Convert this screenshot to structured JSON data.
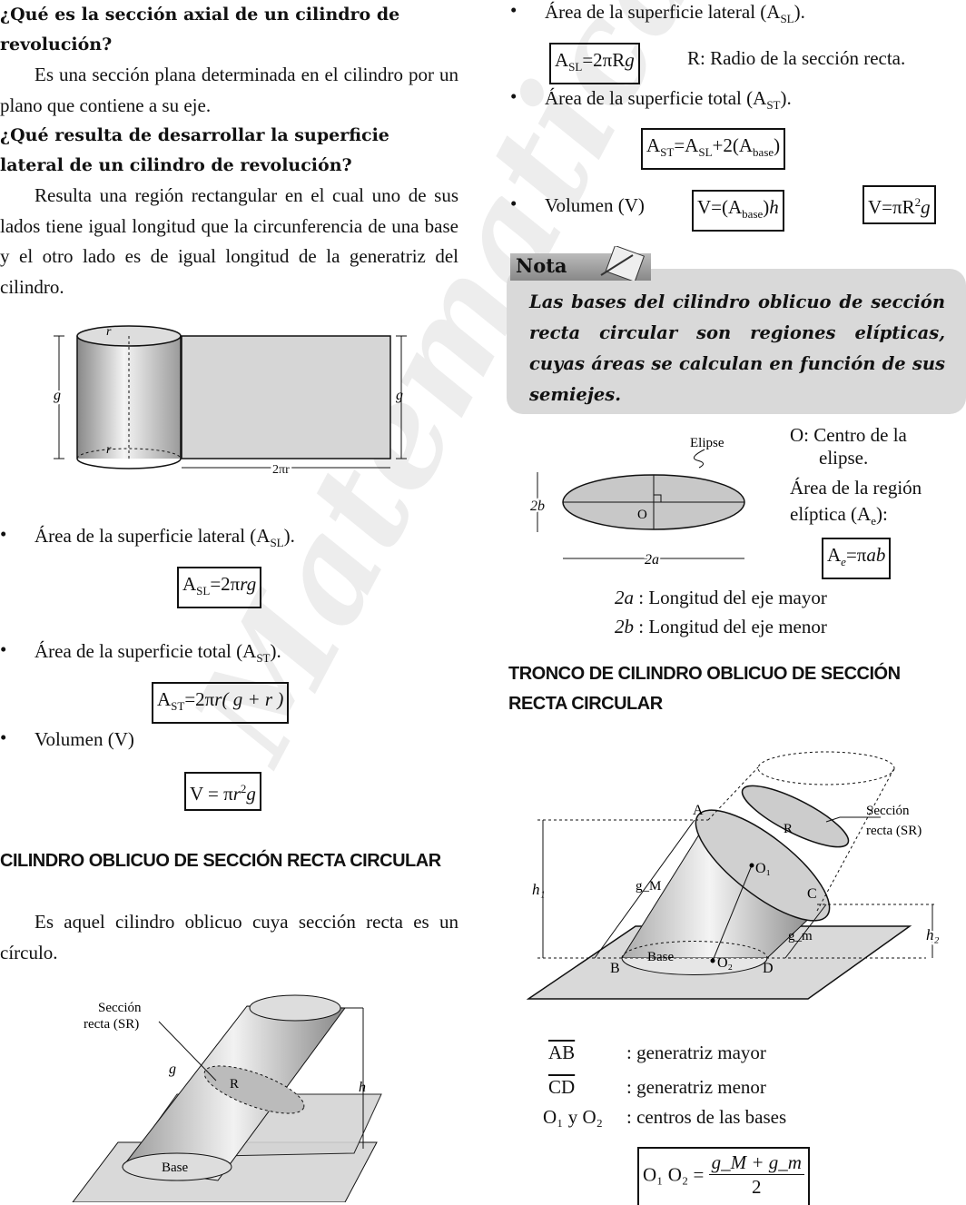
{
  "watermark": "Matematica",
  "left": {
    "q1": "¿Qué es la sección axial de un cilindro de revolución?",
    "a1": "Es una sección plana determinada en el cilindro por un plano que contiene a su eje.",
    "q2": "¿Qué resulta de desarrollar la superficie lateral de un cilindro de revolución?",
    "a2": "Resulta una región rectangular en el cual uno de sus lados tiene igual longitud que la circunferencia de una base y el otro lado es de igual longitud de la generatriz del cilindro.",
    "fig1": {
      "r_top": "r",
      "r_bottom": "r",
      "g_left": "g",
      "g_right": "g",
      "width": "2πr"
    },
    "bullets": [
      {
        "label": "Área de la superficie lateral (A",
        "sub": "SL",
        "end": ")."
      },
      {
        "label": "Área de la superficie total (A",
        "sub": "ST",
        "end": ")."
      },
      {
        "label": "Volumen (V)"
      }
    ],
    "f_asl": {
      "a": "A",
      "sub": "SL",
      "rest": "=2π",
      "it": "rg"
    },
    "f_ast": {
      "a": "A",
      "sub": "ST",
      "rest": "=2π",
      "it": "r",
      "paren": "( g + r )"
    },
    "f_v": {
      "a": "V = π",
      "it": "r",
      "sup": "2",
      "g": "g"
    },
    "section_title": "CILINDRO OBLICUO DE SECCIÓN RECTA CIRCULAR",
    "section_text": "Es aquel cilindro oblicuo cuya sección recta es un círculo.",
    "fig2": {
      "sr_label_1": "Sección",
      "sr_label_2": "recta (SR)",
      "g": "g",
      "R": "R",
      "h": "h",
      "base": "Base"
    }
  },
  "right": {
    "bullets": [
      {
        "label": "Área de la superficie lateral (A",
        "sub": "SL",
        "end": ")."
      },
      {
        "label": "Área de la superficie total (A",
        "sub": "ST",
        "end": ")."
      },
      {
        "label": "Volumen (V)"
      }
    ],
    "f_asl": {
      "a": "A",
      "sub": "SL",
      "rest": "=2πR",
      "it": "g"
    },
    "r_note": "R: Radio de la sección recta.",
    "f_ast": {
      "a": "A",
      "sub1": "ST",
      "mid": "=A",
      "sub2": "SL",
      "rest": "+2(A",
      "sub3": "base",
      "end": ")"
    },
    "f_v1": {
      "a": "V=(A",
      "sub": "base",
      "end": ")",
      "it": "h"
    },
    "f_v2": {
      "a": "V=πR",
      "sup": "2",
      "it": "g"
    },
    "nota_label": "Nota",
    "nota_text": "Las bases del cilindro oblicuo de sección recta circular son regiones elípticas, cuyas áreas se calculan en función de sus semiejes.",
    "ellipse": {
      "label": "Elipse",
      "O": "O",
      "b": "2b",
      "a": "2a"
    },
    "o_desc_1": "O: Centro de la",
    "o_desc_2": "elipse.",
    "area_desc_1": "Área de la región",
    "area_desc_2": "elíptica (A",
    "area_desc_sub": "e",
    "area_desc_end": "):",
    "f_ae": {
      "a": "A",
      "sub": "e",
      "rest": "=π",
      "it": "ab"
    },
    "axis_major": {
      "sym": "2a",
      "text": " : Longitud del eje mayor"
    },
    "axis_minor": {
      "sym": "2b",
      "text": " : Longitud del eje menor"
    },
    "section_title": "TRONCO DE CILINDRO OBLICUO DE SECCIÓN RECTA CIRCULAR",
    "fig3": {
      "A": "A",
      "B": "B",
      "C": "C",
      "D": "D",
      "R": "R",
      "O1": "O₁",
      "O2": "O₂",
      "h1": "h₁",
      "h2": "h₂",
      "gM": "g_M",
      "gm": "g_m",
      "base": "Base",
      "sr_1": "Sección",
      "sr_2": "recta (SR)"
    },
    "legend": [
      {
        "sym": "AB",
        "desc": ": generatriz mayor"
      },
      {
        "sym": "CD",
        "desc": ": generatriz menor"
      },
      {
        "sym": "O₁ y O₂",
        "desc": ": centros de las bases"
      }
    ],
    "f_o1o2": {
      "lhs": "O₁ O₂ =",
      "num": "g_M + g_m",
      "den": "2"
    }
  }
}
